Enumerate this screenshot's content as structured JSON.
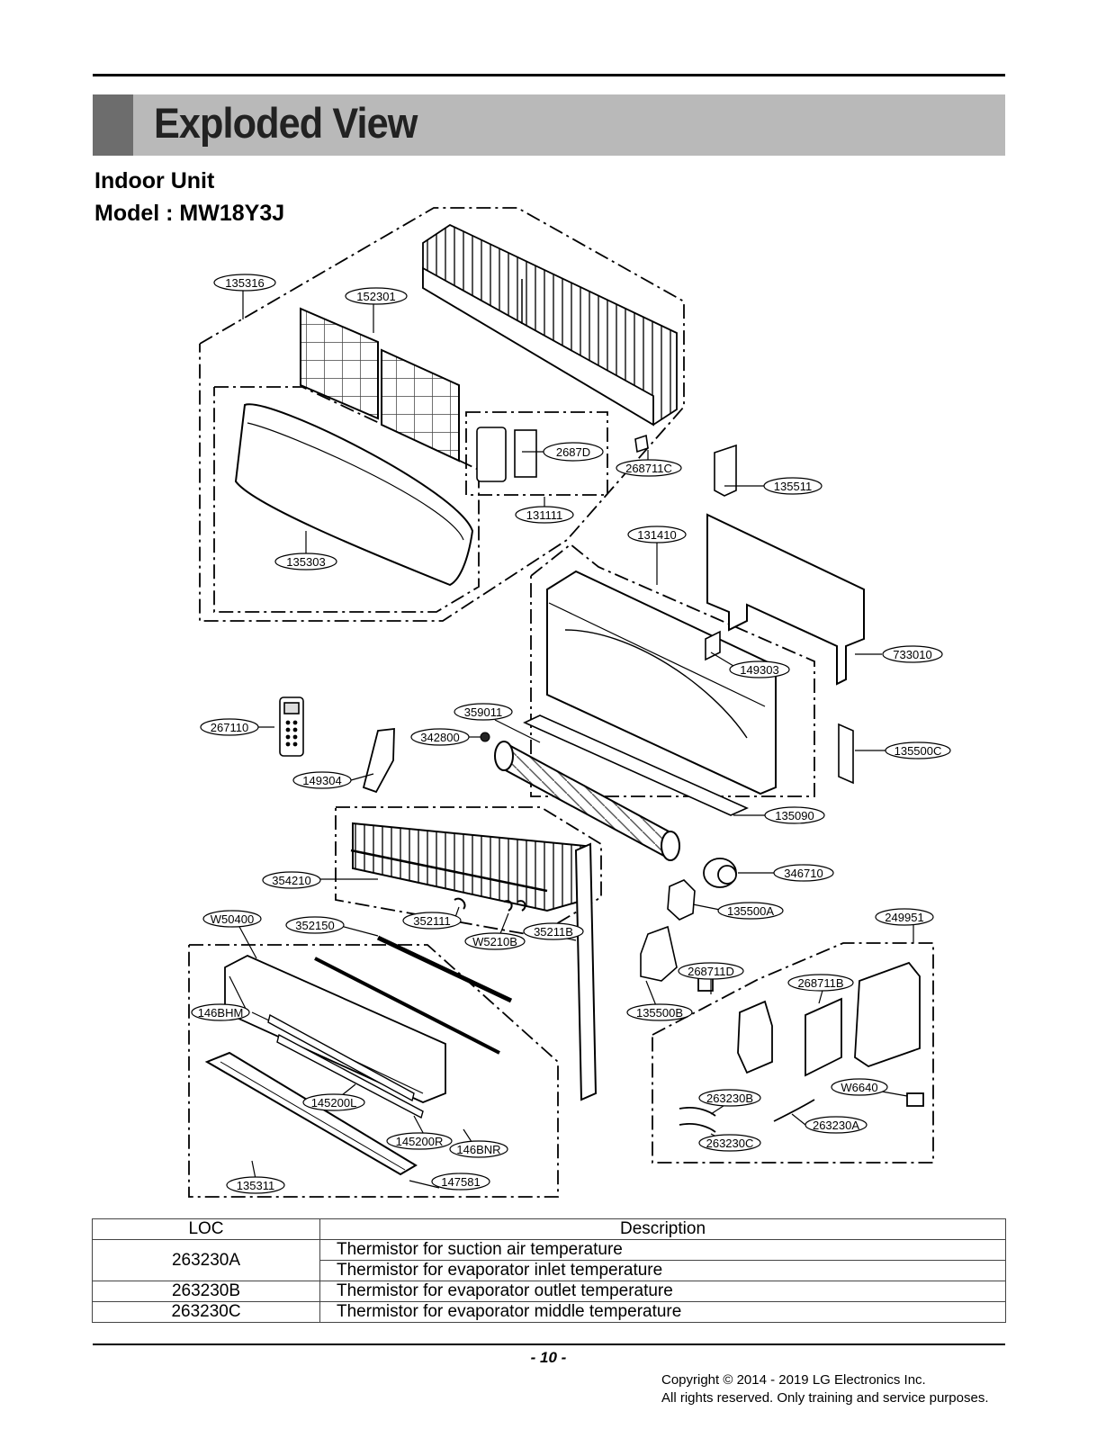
{
  "header": {
    "title": "Exploded View",
    "subtitle_1": "Indoor Unit",
    "subtitle_2": "Model : MW18Y3J"
  },
  "callouts": {
    "c135316": "135316",
    "c152301": "152301",
    "c2687D": "2687D",
    "c268711C": "268711C",
    "c135511": "135511",
    "c131111": "131111",
    "c131410": "131410",
    "c135303": "135303",
    "c733010": "733010",
    "c149303": "149303",
    "c359011": "359011",
    "c267110": "267110",
    "c342800": "342800",
    "c135500C": "135500C",
    "c149304": "149304",
    "c135090": "135090",
    "c346710": "346710",
    "c354210": "354210",
    "c135500A": "135500A",
    "cW50400": "W50400",
    "c352150": "352150",
    "c352111": "352111",
    "cW5210B": "W5210B",
    "c35211B": "35211B",
    "c249951": "249951",
    "c268711D": "268711D",
    "c268711B": "268711B",
    "c146BHM": "146BHM",
    "c135500B": "135500B",
    "cW6640": "W6640",
    "c263230B": "263230B",
    "c145200L": "145200L",
    "c263230A": "263230A",
    "c145200R": "145200R",
    "c146BNR": "146BNR",
    "c263230C": "263230C",
    "c147581": "147581",
    "c135311": "135311"
  },
  "parts_table": {
    "header_loc": "LOC",
    "header_desc": "Description",
    "rows": [
      {
        "loc": "263230A",
        "desc": "Thermistor for suction air temperature"
      },
      {
        "loc": "",
        "desc": "Thermistor for evaporator inlet temperature"
      },
      {
        "loc": "263230B",
        "desc": "Thermistor for evaporator outlet temperature"
      },
      {
        "loc": "263230C",
        "desc": "Thermistor for evaporator middle temperature"
      }
    ]
  },
  "footer": {
    "page": "- 10 -",
    "copyright_1": "Copyright © 2014 - 2019 LG Electronics Inc.",
    "copyright_2": "All rights reserved. Only training and service purposes."
  }
}
